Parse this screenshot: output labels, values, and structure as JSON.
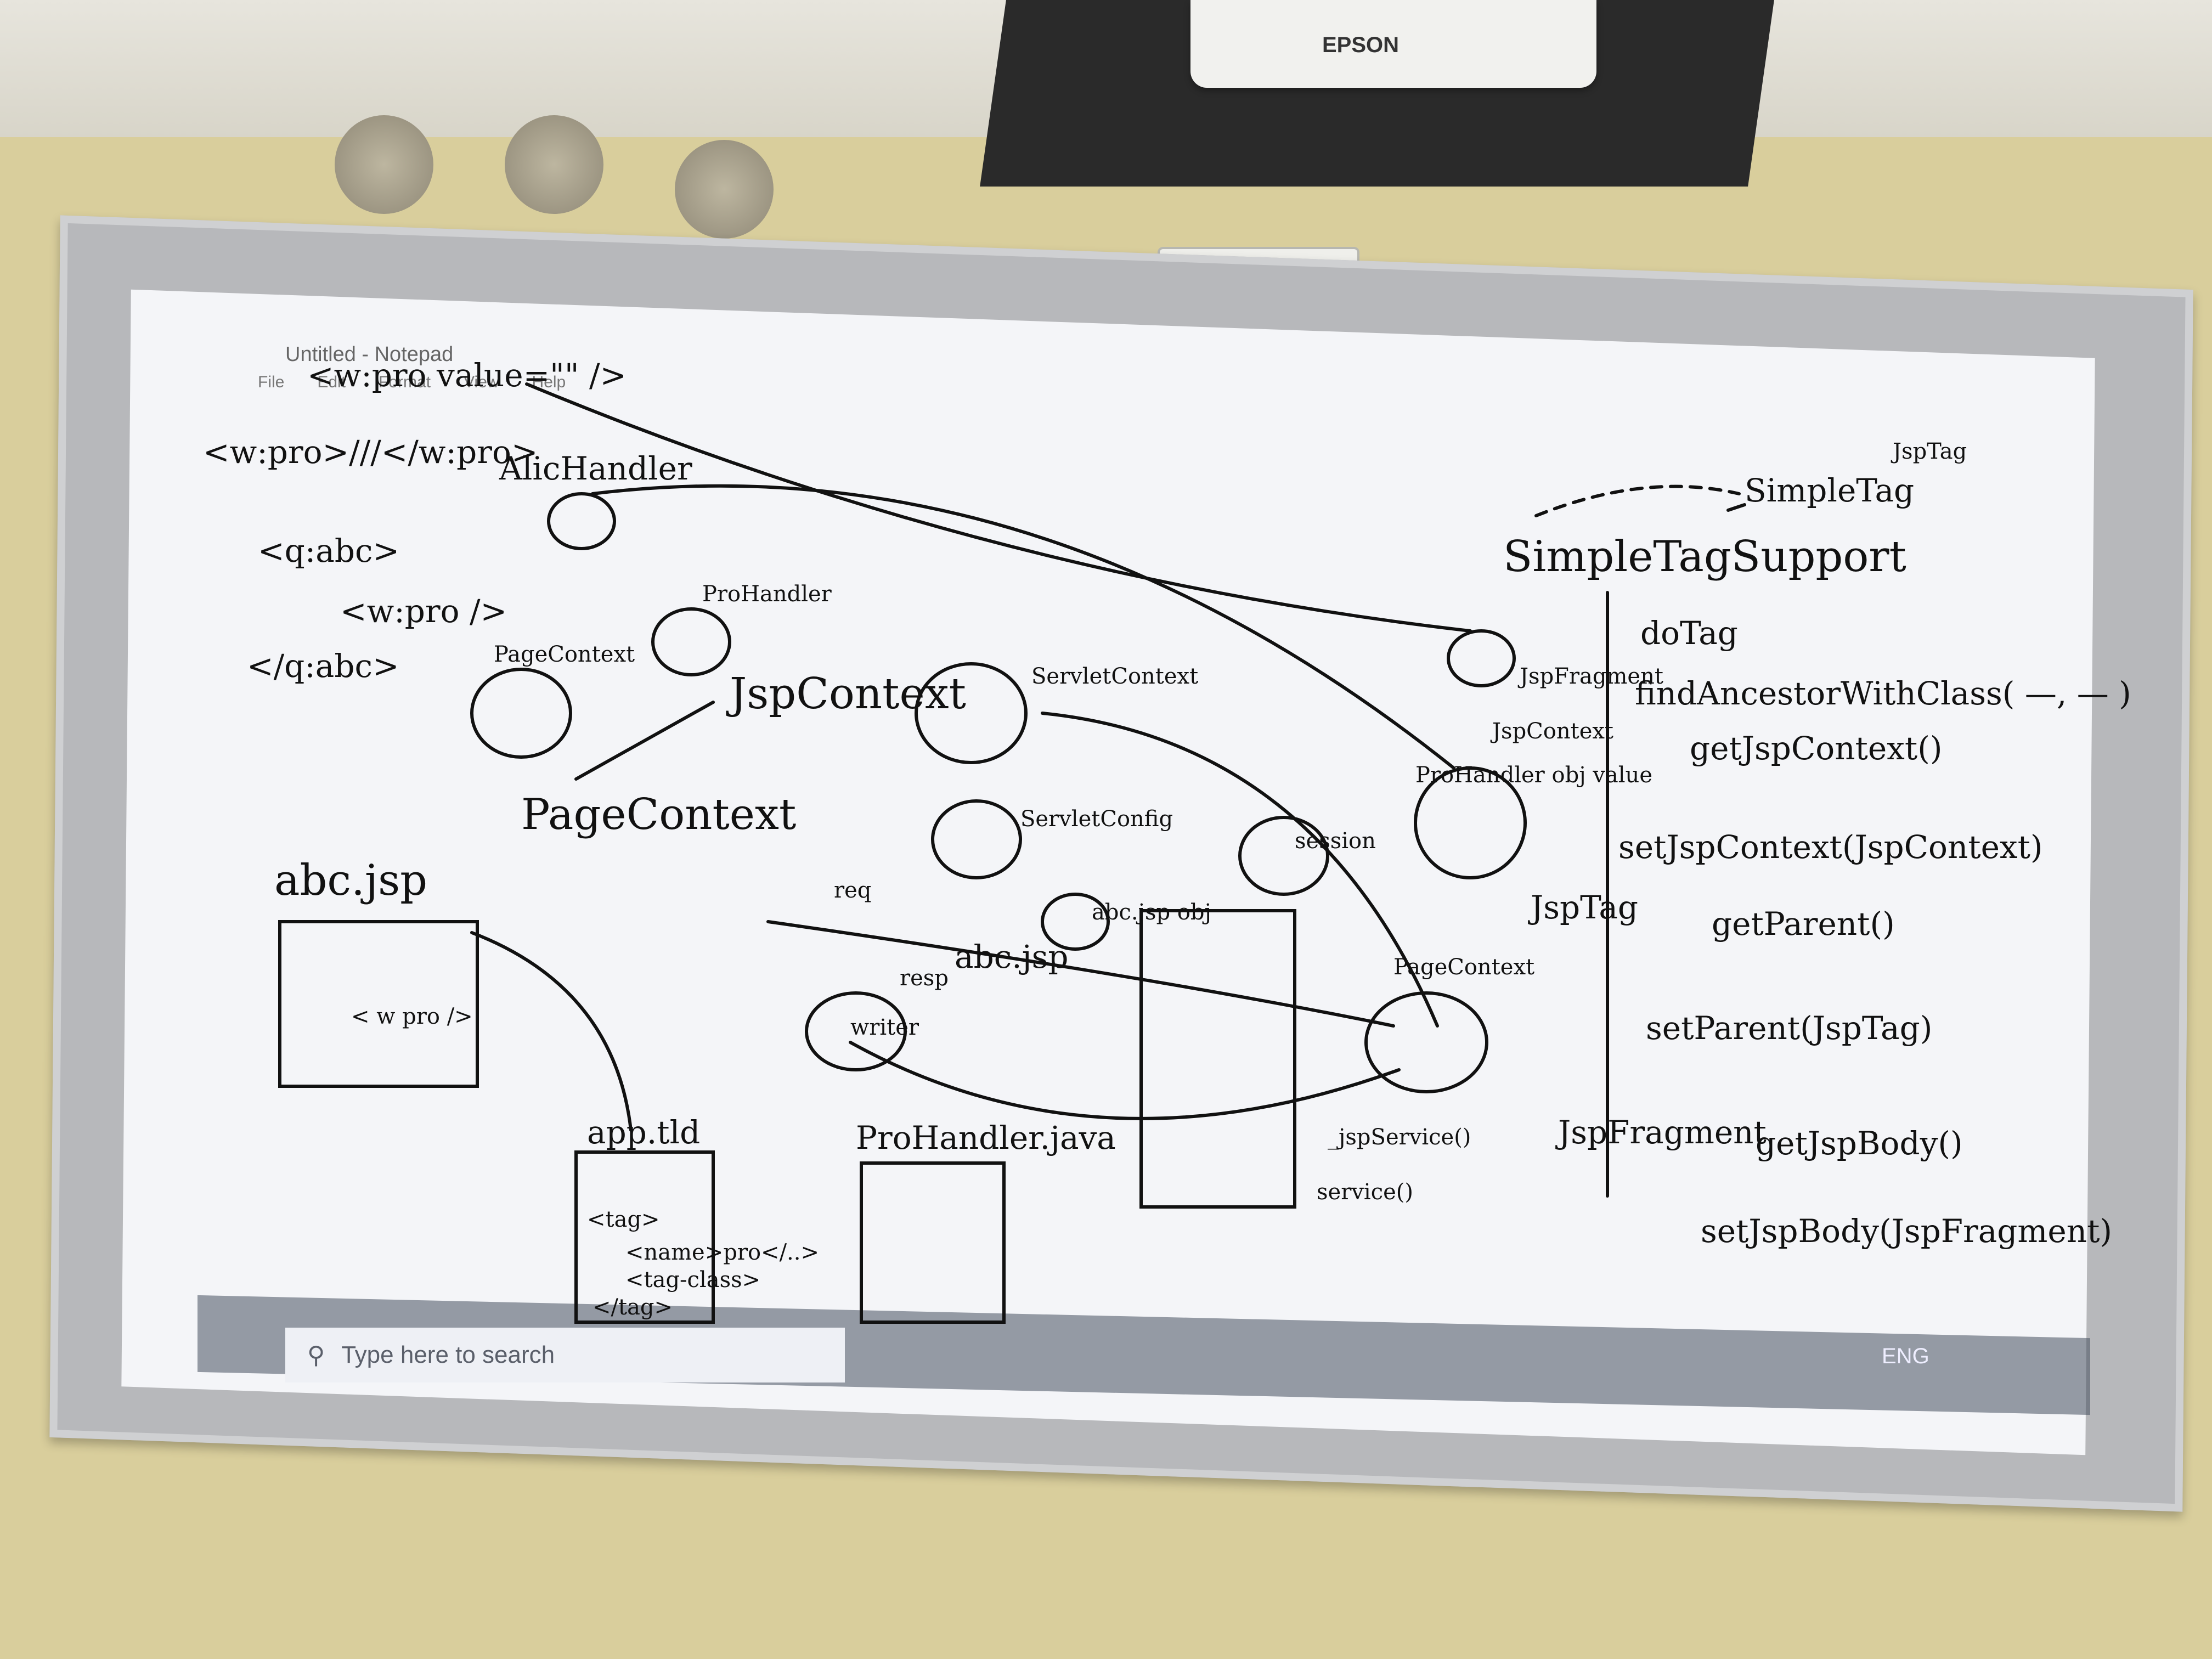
{
  "projector": {
    "brand": "EPSON"
  },
  "notepad": {
    "title": "Untitled - Notepad",
    "menu": [
      "File",
      "Edit",
      "Format",
      "View",
      "Help"
    ]
  },
  "taskbar": {
    "search_placeholder": "Type here to search",
    "language": "ENG"
  },
  "whiteboard": {
    "left_notes": [
      "<w:pro value=\"\" />",
      "<w:pro>///</w:pro>",
      "AlicHandler",
      "<q:abc>",
      "<w:pro />",
      "</q:abc>",
      "ProHandler",
      "PageContext",
      "JspContext",
      "PageContext",
      "abc.jsp",
      "< w pro />",
      "app.tld",
      "<tag>",
      "<name>pro</..>",
      "<tag-class>",
      "</tag>",
      "ProHandler.java"
    ],
    "middle_notes": [
      "ServletContext",
      "ServletConfig",
      "session",
      "req",
      "resp",
      "writer",
      "abc.jsp",
      "abc.jsp obj",
      "ProHandler obj value",
      "PageContext",
      "JspFragment",
      "_jspService()",
      "service()"
    ],
    "right_notes": [
      "JspTag",
      "SimpleTag",
      "SimpleTagSupport",
      "doTag",
      "findAncestorWithClass( —, — )",
      "JspContext",
      "getJspContext()",
      "setJspContext(JspContext)",
      "JspTag",
      "getParent()",
      "setParent(JspTag)",
      "JspFragment",
      "getJspBody()",
      "setJspBody(JspFragment)"
    ]
  }
}
